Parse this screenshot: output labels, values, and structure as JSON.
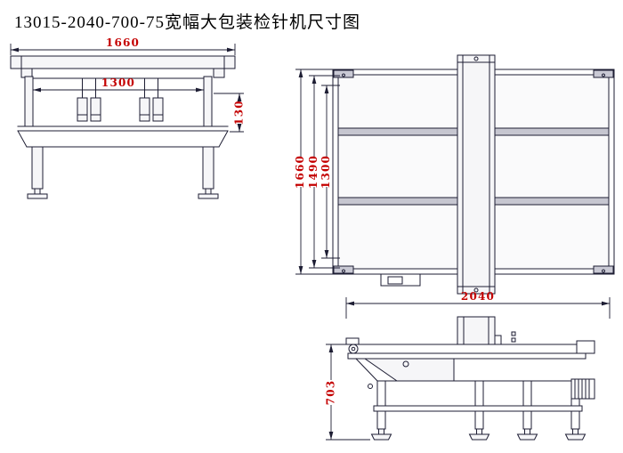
{
  "page": {
    "title": "13015-2040-700-75宽幅大包装检针机尺寸图"
  },
  "colors": {
    "line": "#1d1d33",
    "dimension_text": "#c40000",
    "background": "#ffffff"
  },
  "views": {
    "front": {
      "dim_total_width": "1660",
      "dim_inner_width": "1300",
      "dim_head_height": "130"
    },
    "plan": {
      "dim_outer_depth": "1660",
      "dim_mid_depth": "1490",
      "dim_belt_depth": "1300"
    },
    "side": {
      "dim_total_length": "2040",
      "dim_belt_height": "703"
    }
  }
}
